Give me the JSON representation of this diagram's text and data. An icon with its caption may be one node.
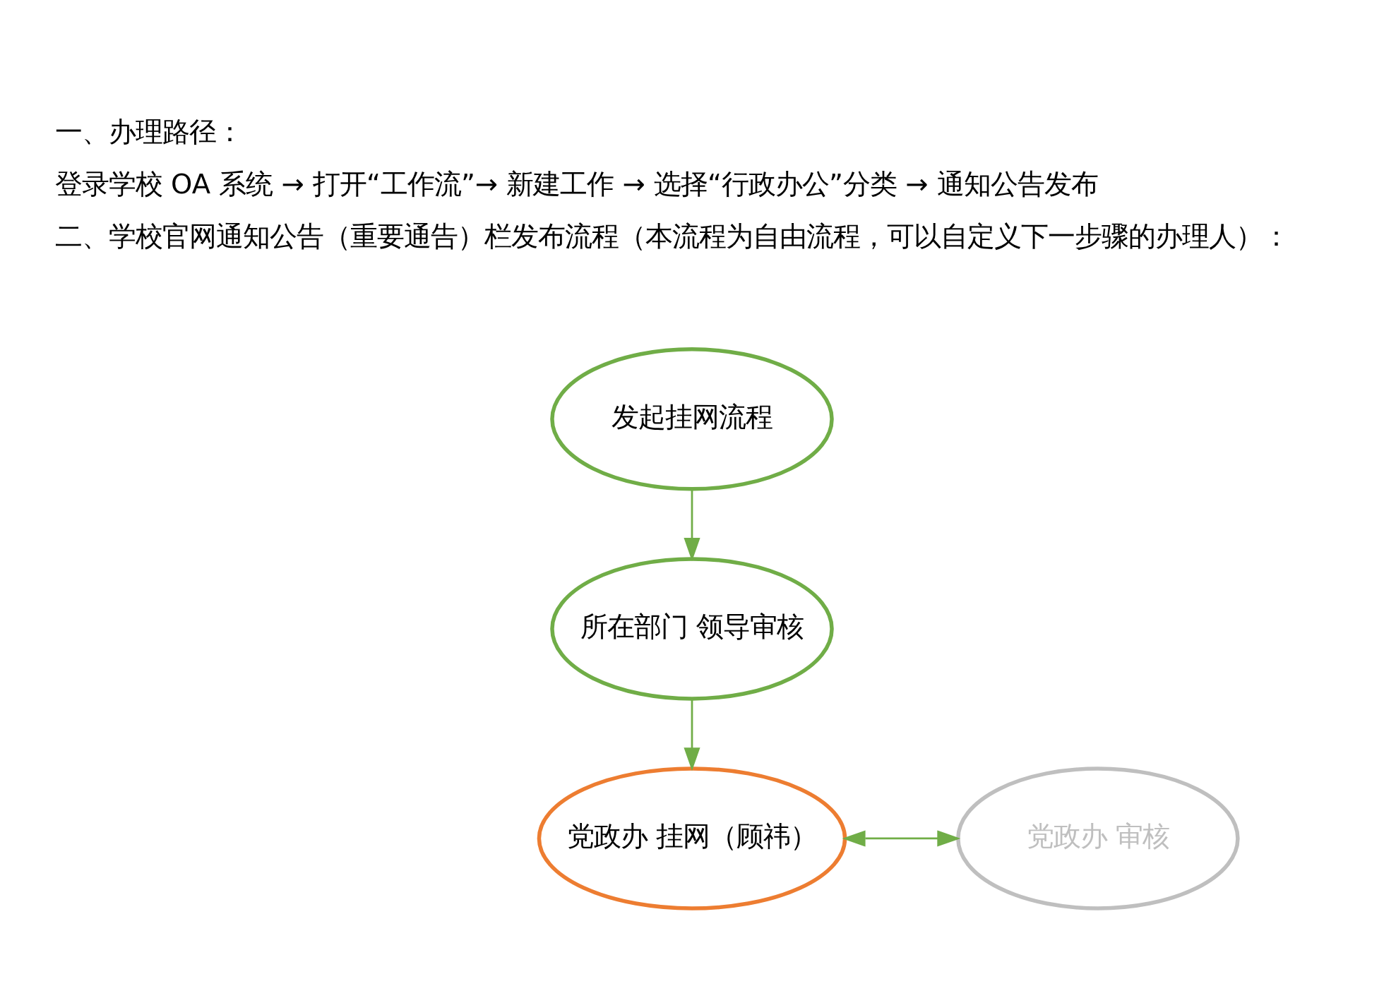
{
  "diagram": {
    "nodes": [
      {
        "text": [
          "发起挂网流程"
        ]
      },
      {
        "text": [
          "所在部门 领导审核"
        ]
      },
      {
        "text": [
          "党政办 挂网（顾祎）"
        ]
      },
      {
        "text": [
          "党政办 审核"
        ]
      }
    ],
    "edges": [
      {
        "from": 0,
        "to": 1,
        "arrow": "to"
      },
      {
        "from": 1,
        "to": 2,
        "arrow": "to"
      },
      {
        "from": 2,
        "to": 3,
        "arrow": "both"
      }
    ],
    "labels": [
      "一、办理路径：",
      "登录学校 OA 系统 → 打开“工作流”→ 新建工作 → 选择“行政办公”分类 → 通知公告发布",
      "二、学校官网通知公告（重要通告）栏发布流程（本流程为自由流程，可以自定义下一步骤的办理人）："
    ]
  }
}
